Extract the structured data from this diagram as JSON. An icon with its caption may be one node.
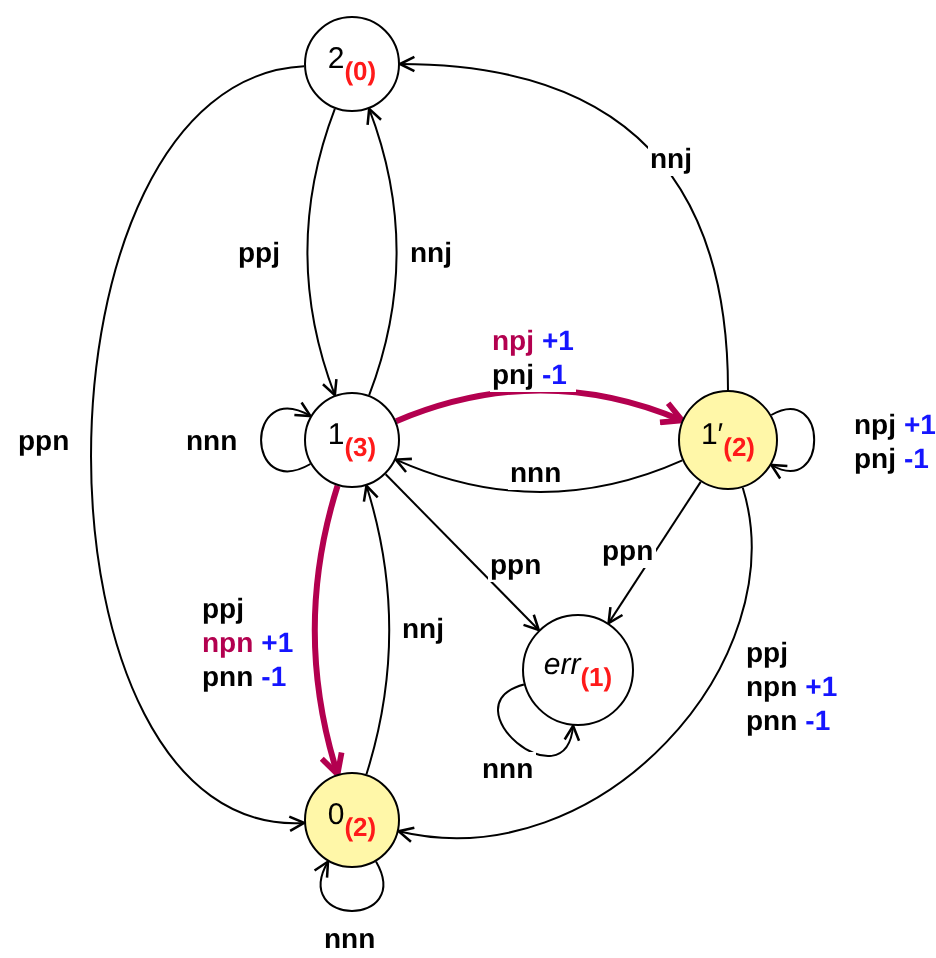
{
  "diagram": {
    "nodes": [
      {
        "text": [
          "2$_{(0)}$"
        ]
      },
      {
        "text": [
          "1$_{(3)}$"
        ]
      },
      {
        "text": [
          "1′$_{(2)}$"
        ]
      },
      {
        "text": [
          "*err*$_{(1)}$"
        ]
      },
      {
        "text": [
          "0$_{(2)}$"
        ]
      }
    ],
    "edges": [
      {
        "from": 0,
        "to": 1,
        "arrow": "to",
        "label": "ppj"
      },
      {
        "from": 1,
        "to": 0,
        "arrow": "to",
        "label": "nnj"
      },
      {
        "from": 2,
        "to": 0,
        "arrow": "to",
        "label": "nnj"
      },
      {
        "from": 0,
        "to": 4,
        "arrow": "to",
        "label": "ppn"
      },
      {
        "from": 1,
        "to": 1,
        "arrow": "to",
        "label": "nnn"
      },
      {
        "from": 1,
        "to": 2,
        "arrow": "to",
        "label": "npj +1 pnj -1",
        "style": "thick",
        "color": "#b3004f"
      },
      {
        "from": 2,
        "to": 1,
        "arrow": "to",
        "label": "nnn"
      },
      {
        "from": 2,
        "to": 2,
        "arrow": "to",
        "label": "npj +1 pnj -1"
      },
      {
        "from": 1,
        "to": 3,
        "arrow": "to",
        "label": "ppn"
      },
      {
        "from": 2,
        "to": 3,
        "arrow": "to",
        "label": "ppn"
      },
      {
        "from": 3,
        "to": 3,
        "arrow": "to",
        "label": "nnn"
      },
      {
        "from": 1,
        "to": 4,
        "arrow": "to",
        "label": "ppj npn +1 pnn -1",
        "style": "thick",
        "color": "#b3004f"
      },
      {
        "from": 4,
        "to": 1,
        "arrow": "to",
        "label": "nnj"
      },
      {
        "from": 2,
        "to": 4,
        "arrow": "to",
        "label": "ppj npn +1 pnn -1"
      },
      {
        "from": 4,
        "to": 4,
        "arrow": "to",
        "label": "nnn"
      }
    ]
  }
}
